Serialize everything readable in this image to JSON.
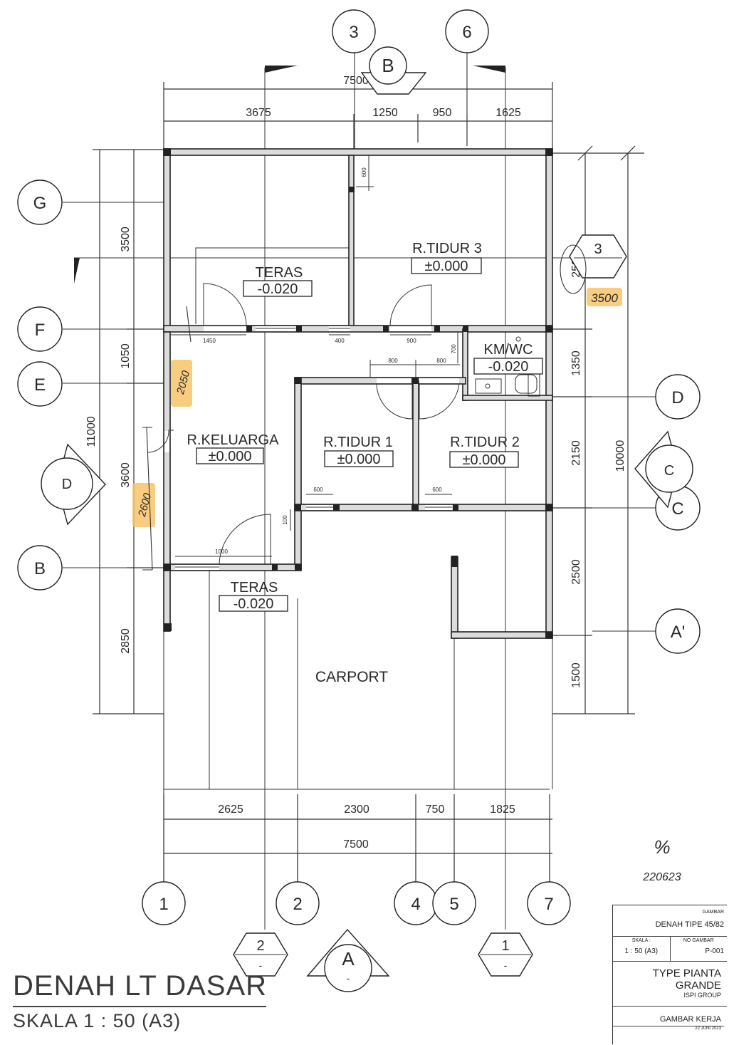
{
  "drawing": {
    "title": "DENAH LT DASAR",
    "scale": "SKALA  1 : 50 (A3)"
  },
  "rooms": {
    "teras_top": {
      "name": "TERAS",
      "level": "-0.020"
    },
    "tidur3": {
      "name": "R.TIDUR 3",
      "level": "±0.000"
    },
    "kmwc": {
      "name": "KM/WC",
      "level": "-0.020"
    },
    "keluarga": {
      "name": "R.KELUARGA",
      "level": "±0.000"
    },
    "tidur1": {
      "name": "R.TIDUR 1",
      "level": "±0.000"
    },
    "tidur2": {
      "name": "R.TIDUR 2",
      "level": "±0.000"
    },
    "teras_bottom": {
      "name": "TERAS",
      "level": "-0.020"
    },
    "carport": {
      "name": "CARPORT"
    }
  },
  "dimensions": {
    "top_total": "7500",
    "top_segments": [
      "3675",
      "1250",
      "950",
      "1625"
    ],
    "bottom_segments": [
      "2625",
      "2300",
      "750",
      "1825"
    ],
    "bottom_total": "7500",
    "left_total": "11000",
    "left_segments": [
      "3500",
      "1050",
      "3600",
      "2850"
    ],
    "right_total": "10000",
    "right_segments": [
      "1350",
      "2150",
      "2500",
      "1500"
    ],
    "right_upper": "2500",
    "small": {
      "d600": "600",
      "d1450": "1450",
      "d400": "400",
      "d900": "900",
      "d700": "700",
      "d800a": "800",
      "d800b": "800",
      "d600b": "600",
      "d600c": "600",
      "d100": "100",
      "d1000": "1000"
    }
  },
  "grid": {
    "top": [
      "3",
      "6"
    ],
    "bottom": [
      "1",
      "2",
      "4",
      "5",
      "7"
    ],
    "left": [
      "G",
      "F",
      "E",
      "B"
    ],
    "right": [
      "D",
      "C",
      "A'"
    ]
  },
  "sections": {
    "top": "B",
    "top_right": "3",
    "left": "D",
    "right": "C",
    "bottom_center": "A",
    "bottom_left": "2",
    "bottom_right": "1",
    "sub": "-"
  },
  "handwritten": {
    "n3500": "3500",
    "n2050": "2050",
    "n2600": "2600",
    "initial": "%",
    "date": "220623"
  },
  "title_block": {
    "gambar_label": "GAMBAR",
    "gambar_value": "DENAH TIPE 45/82",
    "skala_label": "SKALA :",
    "skala_value": "1 : 50 (A3)",
    "no_label": "NO GAMBAR",
    "no_value": "P-001",
    "project": "TYPE PIANTA GRANDE",
    "company": "ISPI GROUP",
    "status": "GAMBAR KERJA",
    "date": "22 JUNI 2023"
  },
  "colors": {
    "highlight": "#f7c46a",
    "wall": "#dcdcdc"
  }
}
